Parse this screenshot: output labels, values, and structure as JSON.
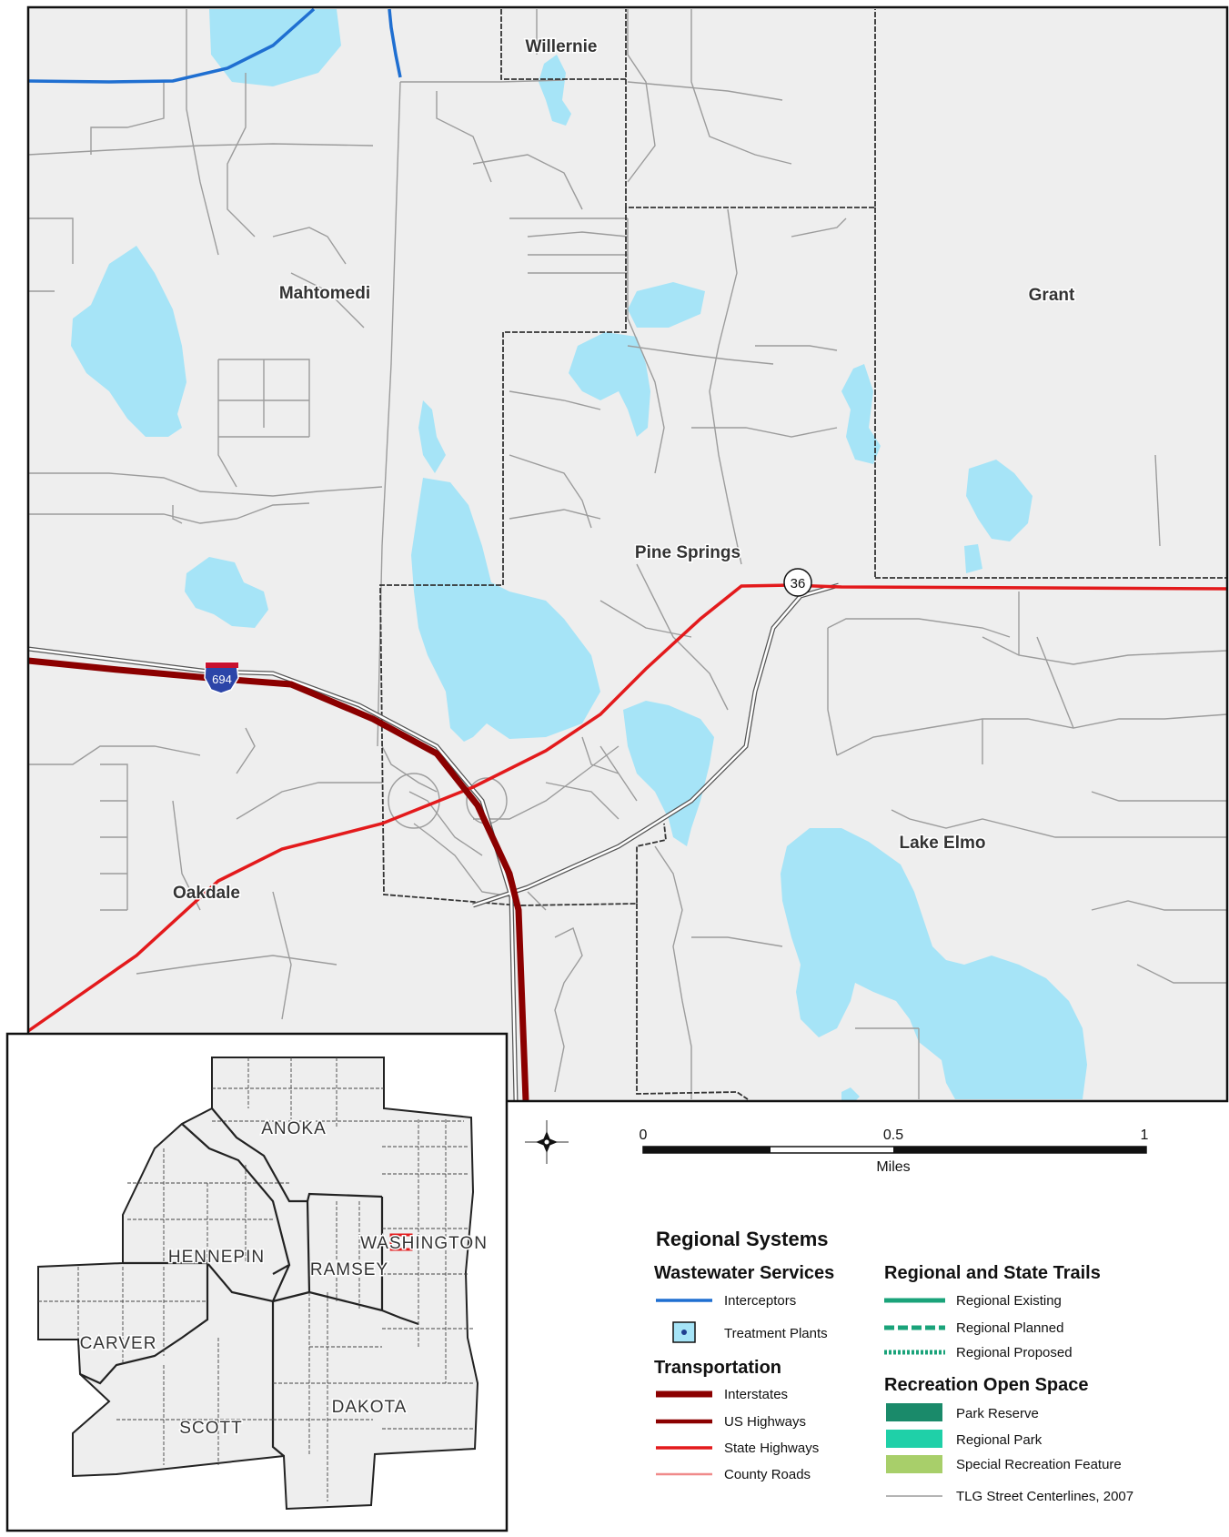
{
  "map": {
    "places": [
      "Willernie",
      "Mahtomedi",
      "Grant",
      "Pine Springs",
      "Lake Elmo",
      "Oakdale"
    ],
    "shields": {
      "interstate": "694",
      "state": "36"
    }
  },
  "inset": {
    "counties": [
      "ANOKA",
      "HENNEPIN",
      "RAMSEY",
      "WASHINGTON",
      "CARVER",
      "SCOTT",
      "DAKOTA"
    ]
  },
  "scale": {
    "ticks": [
      "0",
      "0.5",
      "1"
    ],
    "unit": "Miles"
  },
  "legend": {
    "title": "Regional Systems",
    "wastewater": {
      "heading": "Wastewater Services",
      "interceptors": "Interceptors",
      "treatment": "Treatment Plants"
    },
    "transportation": {
      "heading": "Transportation",
      "interstates": "Interstates",
      "us": "US Highways",
      "state": "State Highways",
      "county": "County Roads"
    },
    "trails": {
      "heading": "Regional and State Trails",
      "existing": "Regional Existing",
      "planned": "Regional Planned",
      "proposed": "Regional Proposed"
    },
    "openspace": {
      "heading": "Recreation Open Space",
      "reserve": "Park Reserve",
      "park": "Regional Park",
      "special": "Special Recreation Feature"
    },
    "streets": "TLG Street Centerlines, 2007"
  },
  "colors": {
    "land": "#eeeeee",
    "water": "#a6e4f7",
    "street": "#9c9c9c",
    "boundary": "#333333",
    "interceptor": "#1f6fd1",
    "interstate": "#8b0000",
    "us_highway": "#8b0000",
    "state_highway": "#e31a1c",
    "county_road": "#f08a8a",
    "trail": "#1aa37a",
    "park_reserve": "#1a8a6a",
    "regional_park": "#1fd0a8",
    "special_feature": "#a8cf6a"
  }
}
